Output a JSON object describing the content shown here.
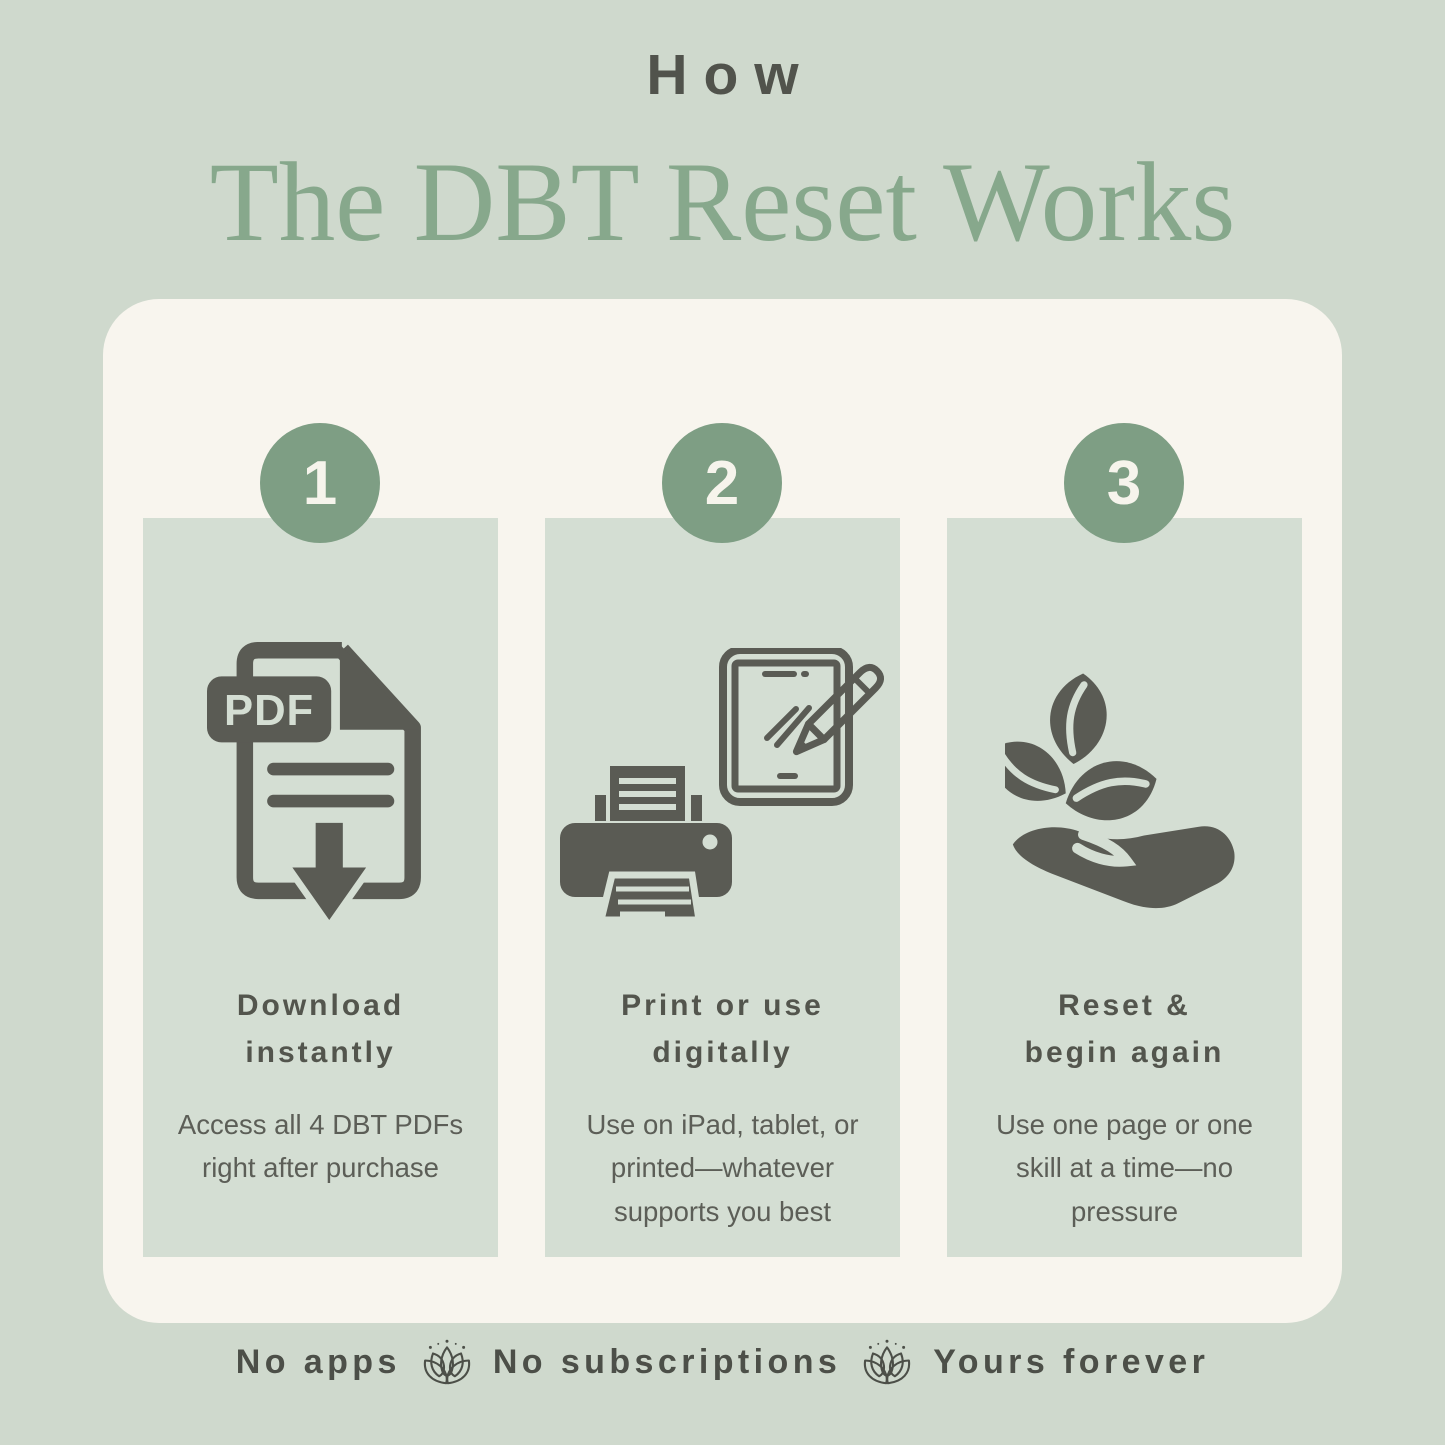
{
  "header": {
    "kicker": "How",
    "title": "The DBT Reset Works"
  },
  "steps": [
    {
      "number": "1",
      "icon": "pdf-download-icon",
      "pdf_label": "PDF",
      "title_line1": "Download",
      "title_line2": "instantly",
      "description": "Access all 4 DBT PDFs right after purchase"
    },
    {
      "number": "2",
      "icon": "printer-tablet-icon",
      "title_line1": "Print or use",
      "title_line2": "digitally",
      "description": "Use on iPad, tablet, or printed—whatever supports you best"
    },
    {
      "number": "3",
      "icon": "hand-leaves-icon",
      "title_line1": "Reset &",
      "title_line2": "begin again",
      "description": "Use one page or one skill at a time—no pressure"
    }
  ],
  "footer": {
    "item1": "No apps",
    "item2": "No subscriptions",
    "item3": "Yours forever",
    "separator_icon": "lotus-icon"
  },
  "colors": {
    "background": "#cfd9cd",
    "card": "#f8f5ee",
    "panel": "#d4ded3",
    "accent_green": "#7e9e84",
    "title_green": "#87a88c",
    "icon_gray": "#5a5b54",
    "text_dark": "#53554d"
  }
}
